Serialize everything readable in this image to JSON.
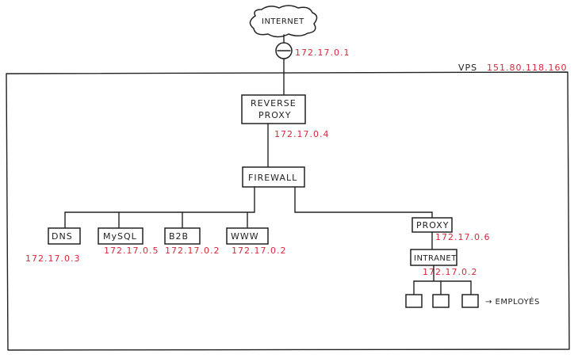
{
  "nodes": {
    "internet": "INTERNET",
    "reverse_proxy_line1": "REVERSE",
    "reverse_proxy_line2": "PROXY",
    "firewall": "FIREWALL",
    "dns": "DNS",
    "mysql": "MySQL",
    "b2b": "B2B",
    "www": "WWW",
    "proxy": "PROXY",
    "intranet": "INTRANET",
    "employes": "→ EMPLOYÉS"
  },
  "vps": {
    "label": "VPS",
    "ip": "151.80.118.160"
  },
  "ips": {
    "gateway": "172.17.0.1",
    "reverse_proxy": "172.17.0.4",
    "dns": "172.17.0.3",
    "mysql": "172.17.0.5",
    "b2b": "172.17.0.2",
    "www": "172.17.0.2",
    "proxy": "172.17.0.6",
    "intranet": "172.17.0.2"
  },
  "colors": {
    "ink": "#222222",
    "ip_red": "#d6283c"
  }
}
